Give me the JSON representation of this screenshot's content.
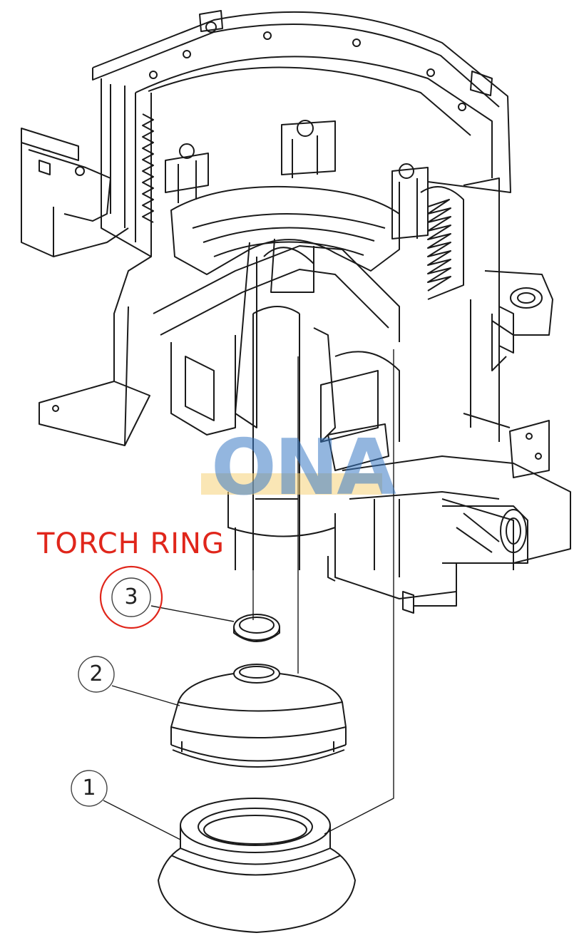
{
  "title": "TORCH RING",
  "callouts": [
    {
      "id": "3",
      "highlight": true
    },
    {
      "id": "2",
      "highlight": false
    },
    {
      "id": "1",
      "highlight": false
    }
  ],
  "watermark": {
    "text": "ONA",
    "color": "#3a7ac4",
    "bar_color": "#f5d278"
  },
  "colors": {
    "line": "#1a1a1a",
    "highlight": "#e0261b"
  }
}
